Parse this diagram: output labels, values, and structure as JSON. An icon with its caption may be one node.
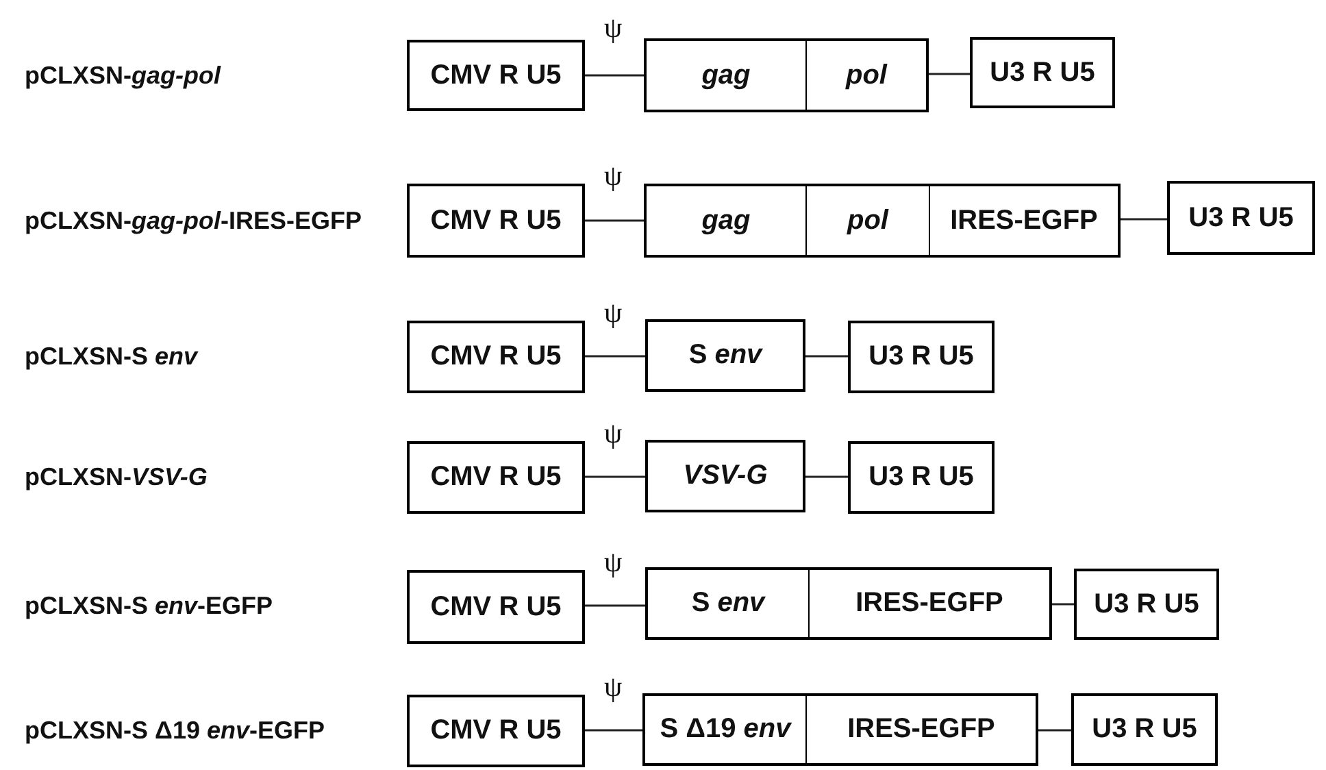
{
  "diagram": {
    "nodes": [
      {
        "text": [
          "CMV R U5"
        ]
      },
      {
        "text": [
          "gag"
        ]
      },
      {
        "text": [
          "pol"
        ]
      },
      {
        "text": [
          "U3 R U5"
        ]
      },
      {
        "text": [
          "CMV R U5"
        ]
      },
      {
        "text": [
          "gag"
        ]
      },
      {
        "text": [
          "pol"
        ]
      },
      {
        "text": [
          "IRES-EGFP"
        ]
      },
      {
        "text": [
          "U3 R U5"
        ]
      },
      {
        "text": [
          "CMV R U5"
        ]
      },
      {
        "text": [
          "S *env*"
        ]
      },
      {
        "text": [
          "U3 R U5"
        ]
      },
      {
        "text": [
          "CMV R U5"
        ]
      },
      {
        "text": [
          "VSV-G"
        ]
      },
      {
        "text": [
          "U3 R U5"
        ]
      },
      {
        "text": [
          "CMV R U5"
        ]
      },
      {
        "text": [
          "S *env*"
        ]
      },
      {
        "text": [
          "IRES-EGFP"
        ]
      },
      {
        "text": [
          "U3 R U5"
        ]
      },
      {
        "text": [
          "CMV R U5"
        ]
      },
      {
        "text": [
          "S Δ19 *env*"
        ]
      },
      {
        "text": [
          "IRES-EGFP"
        ]
      },
      {
        "text": [
          "U3 R U5"
        ]
      }
    ],
    "edges": [
      {
        "from": 0,
        "to": 1,
        "arrow": "none"
      },
      {
        "from": 2,
        "to": 3,
        "arrow": "none"
      },
      {
        "from": 4,
        "to": 5,
        "arrow": "none"
      },
      {
        "from": 7,
        "to": 8,
        "arrow": "none"
      },
      {
        "from": 9,
        "to": 10,
        "arrow": "none"
      },
      {
        "from": 10,
        "to": 11,
        "arrow": "none"
      },
      {
        "from": 12,
        "to": 13,
        "arrow": "none"
      },
      {
        "from": 13,
        "to": 14,
        "arrow": "none"
      },
      {
        "from": 15,
        "to": 16,
        "arrow": "none"
      },
      {
        "from": 17,
        "to": 18,
        "arrow": "none"
      },
      {
        "from": 19,
        "to": 20,
        "arrow": "none"
      },
      {
        "from": 21,
        "to": 22,
        "arrow": "none"
      }
    ],
    "labels": [
      "pCLXSN-*gag-pol*",
      "ψ",
      "pCLXSN-*gag-pol*-IRES-EGFP",
      "ψ",
      "pCLXSN-S *env*",
      "ψ",
      "pCLXSN-*VSV-G*",
      "ψ",
      "pCLXSN-S *env*-EGFP",
      "ψ",
      "pCLXSN-S Δ19 *env*-EGFP",
      "ψ"
    ]
  }
}
